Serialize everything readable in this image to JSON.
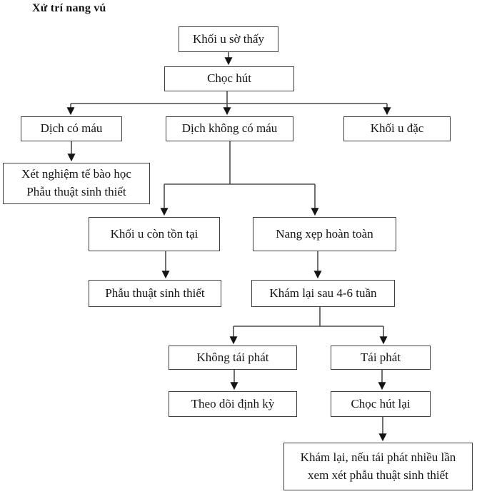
{
  "title": "Xử trí nang vú",
  "colors": {
    "background": "#ffffff",
    "box_border": "#3f3f3f",
    "connector_line": "#4c4c4c",
    "arrowhead": "#141414",
    "text": "#141414"
  },
  "flowchart": {
    "nodes": [
      {
        "id": "palpable-mass",
        "label": "Khối u sờ thấy"
      },
      {
        "id": "aspiration",
        "label": "Chọc hút"
      },
      {
        "id": "bloody-fluid",
        "label": "Dịch có máu"
      },
      {
        "id": "non-bloody-fluid",
        "label": "Dịch không có máu"
      },
      {
        "id": "solid-mass",
        "label": "Khối u đặc"
      },
      {
        "id": "cytology-biopsy",
        "label": "Xét nghiệm tế bào học\nPhẫu thuật sinh thiết"
      },
      {
        "id": "residual-mass",
        "label": "Khối u còn tồn tại"
      },
      {
        "id": "cyst-collapsed",
        "label": "Nang xẹp hoàn toàn"
      },
      {
        "id": "surgical-biopsy",
        "label": "Phẫu thuật sinh thiết"
      },
      {
        "id": "recheck-4-6-weeks",
        "label": "Khám lại sau 4-6 tuần"
      },
      {
        "id": "no-recurrence",
        "label": "Không tái phát"
      },
      {
        "id": "recurrence",
        "label": "Tái phát"
      },
      {
        "id": "periodic-followup",
        "label": "Theo dõi định kỳ"
      },
      {
        "id": "re-aspiration",
        "label": "Chọc hút lại"
      },
      {
        "id": "recheck-consider-biopsy",
        "label": "Khám lại, nếu tái phát nhiều lần\nxem xét phẫu thuật sinh thiết"
      }
    ],
    "edges": [
      {
        "from": "palpable-mass",
        "to": "aspiration"
      },
      {
        "from": "aspiration",
        "to": "bloody-fluid"
      },
      {
        "from": "aspiration",
        "to": "non-bloody-fluid"
      },
      {
        "from": "aspiration",
        "to": "solid-mass"
      },
      {
        "from": "bloody-fluid",
        "to": "cytology-biopsy"
      },
      {
        "from": "non-bloody-fluid",
        "to": "residual-mass"
      },
      {
        "from": "non-bloody-fluid",
        "to": "cyst-collapsed"
      },
      {
        "from": "residual-mass",
        "to": "surgical-biopsy"
      },
      {
        "from": "cyst-collapsed",
        "to": "recheck-4-6-weeks"
      },
      {
        "from": "recheck-4-6-weeks",
        "to": "no-recurrence"
      },
      {
        "from": "recheck-4-6-weeks",
        "to": "recurrence"
      },
      {
        "from": "no-recurrence",
        "to": "periodic-followup"
      },
      {
        "from": "recurrence",
        "to": "re-aspiration"
      },
      {
        "from": "re-aspiration",
        "to": "recheck-consider-biopsy"
      }
    ]
  }
}
